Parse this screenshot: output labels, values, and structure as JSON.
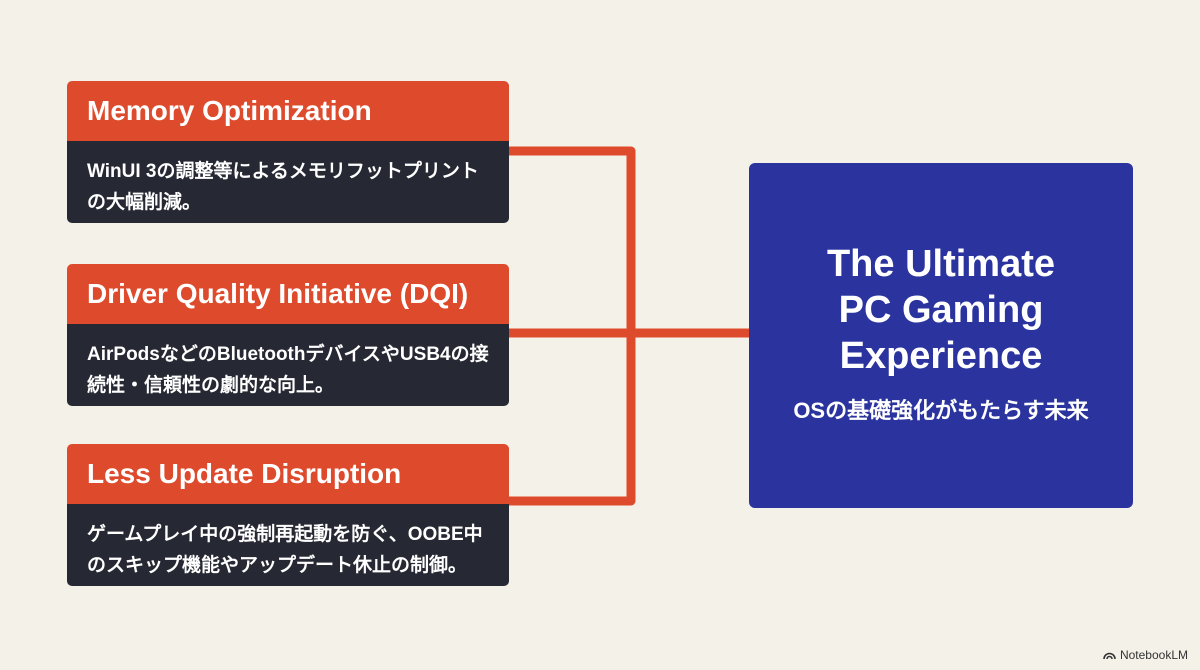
{
  "colors": {
    "background": "#f4f1e8",
    "accent": "#de4a2c",
    "card_body": "#262833",
    "hub": "#2b349e"
  },
  "cards": [
    {
      "title": "Memory Optimization",
      "text": "WinUI 3の調整等によるメモリフットプリントの大幅削減。"
    },
    {
      "title": "Driver Quality Initiative (DQI)",
      "text": "AirPodsなどのBluetoothデバイスやUSB4の接続性・信頼性の劇的な向上。"
    },
    {
      "title": "Less Update Disruption",
      "text": "ゲームプレイ中の強制再起動を防ぐ、OOBE中のスキップ機能やアップデート休止の制御。"
    }
  ],
  "hub": {
    "title": "The Ultimate PC Gaming Experience",
    "subtitle": "OSの基礎強化がもたらす未来"
  },
  "brand": {
    "label": "NotebookLM",
    "icon": "notebooklm-logo-icon"
  }
}
